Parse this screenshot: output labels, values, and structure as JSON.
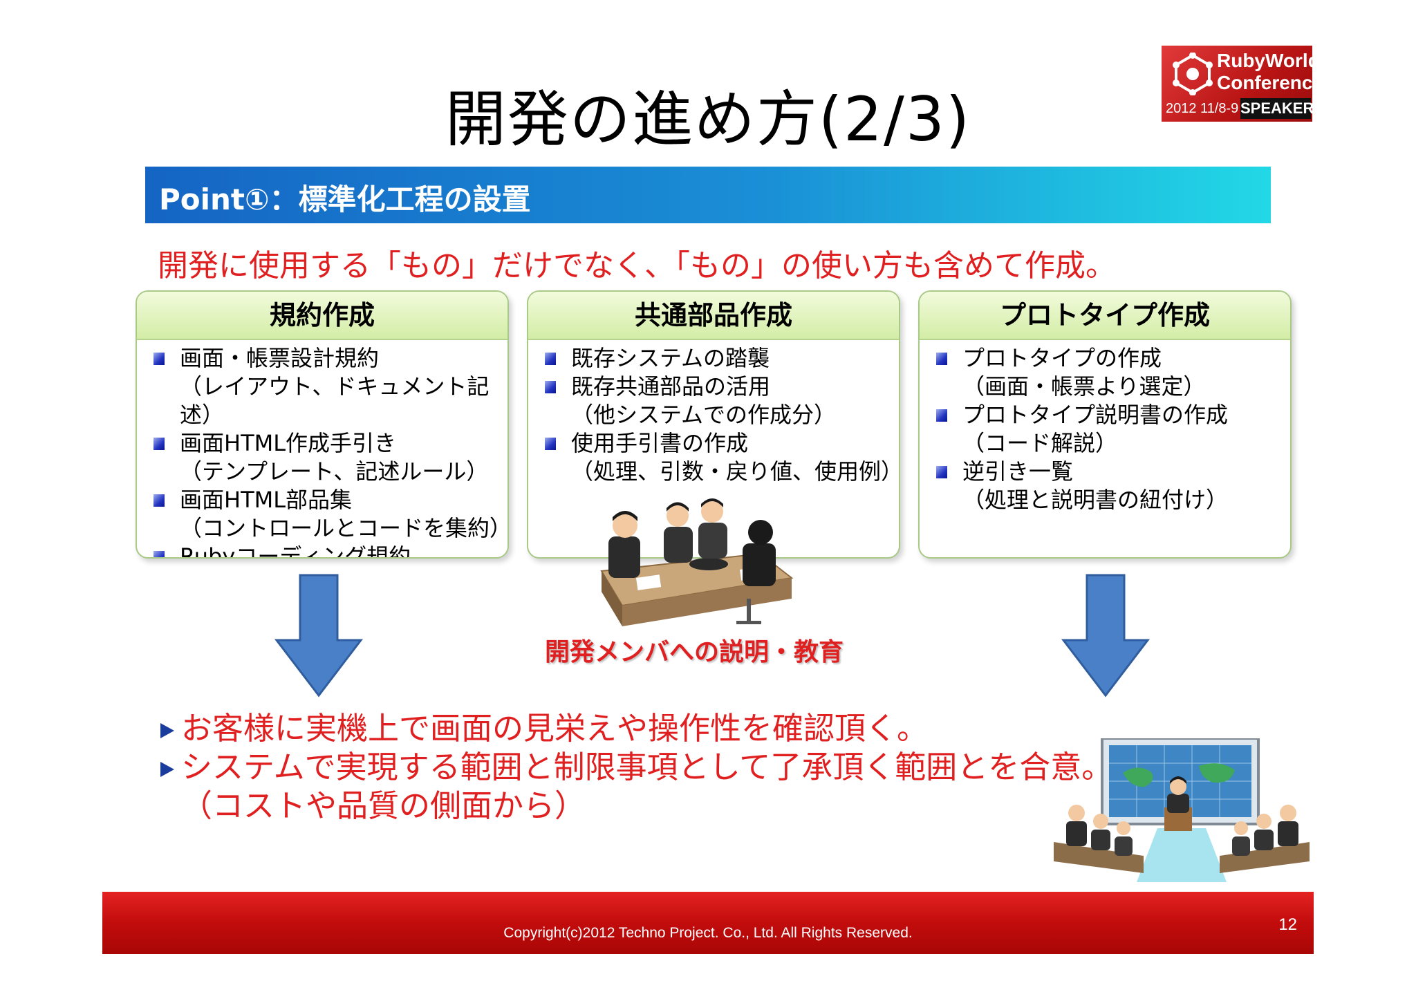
{
  "title": "開発の進め方(2/3)",
  "logo": {
    "line1": "RubyWorld",
    "line2": "Conference",
    "date": "2012 11/8-9",
    "badge": "SPEAKER"
  },
  "banner": "Point①：標準化工程の設置",
  "subhead": "開発に使用する「もの」だけでなく、「もの」の使い方も含めて作成。",
  "boxes": [
    {
      "heading": "規約作成",
      "items": [
        "画面・帳票設計規約",
        "（レイアウト、ドキュメント記述）",
        "画面HTML作成手引き",
        "（テンプレート、記述ルール）",
        "画面HTML部品集",
        "（コントロールとコードを集約）",
        "Rubyコーディング規約"
      ]
    },
    {
      "heading": "共通部品作成",
      "items": [
        "既存システムの踏襲",
        "既存共通部品の活用",
        "（他システムでの作成分）",
        "使用手引書の作成",
        "（処理、引数・戻り値、使用例）"
      ]
    },
    {
      "heading": "プロトタイプ作成",
      "items": [
        "プロトタイプの作成",
        "（画面・帳票より選定）",
        "プロトタイプ説明書の作成",
        "（コード解説）",
        "逆引き一覧",
        "（処理と説明書の紐付け）"
      ]
    }
  ],
  "caption": "開発メンバへの説明・教育",
  "bottom": {
    "line1": "お客様に実機上で画面の見栄えや操作性を確認頂く。",
    "line2": "システムで実現する範囲と制限事項として了承頂く範囲とを合意。",
    "line3": "（コストや品質の側面から）"
  },
  "footer": {
    "copyright": "Copyright(c)2012 Techno Project. Co., Ltd. All Rights Reserved.",
    "page": "12"
  },
  "colors": {
    "accent_red": "#e02020",
    "banner_start": "#1565c4",
    "banner_end": "#22d8e6",
    "box_border": "#a9c987",
    "arrow_blue": "#4a80c8"
  }
}
